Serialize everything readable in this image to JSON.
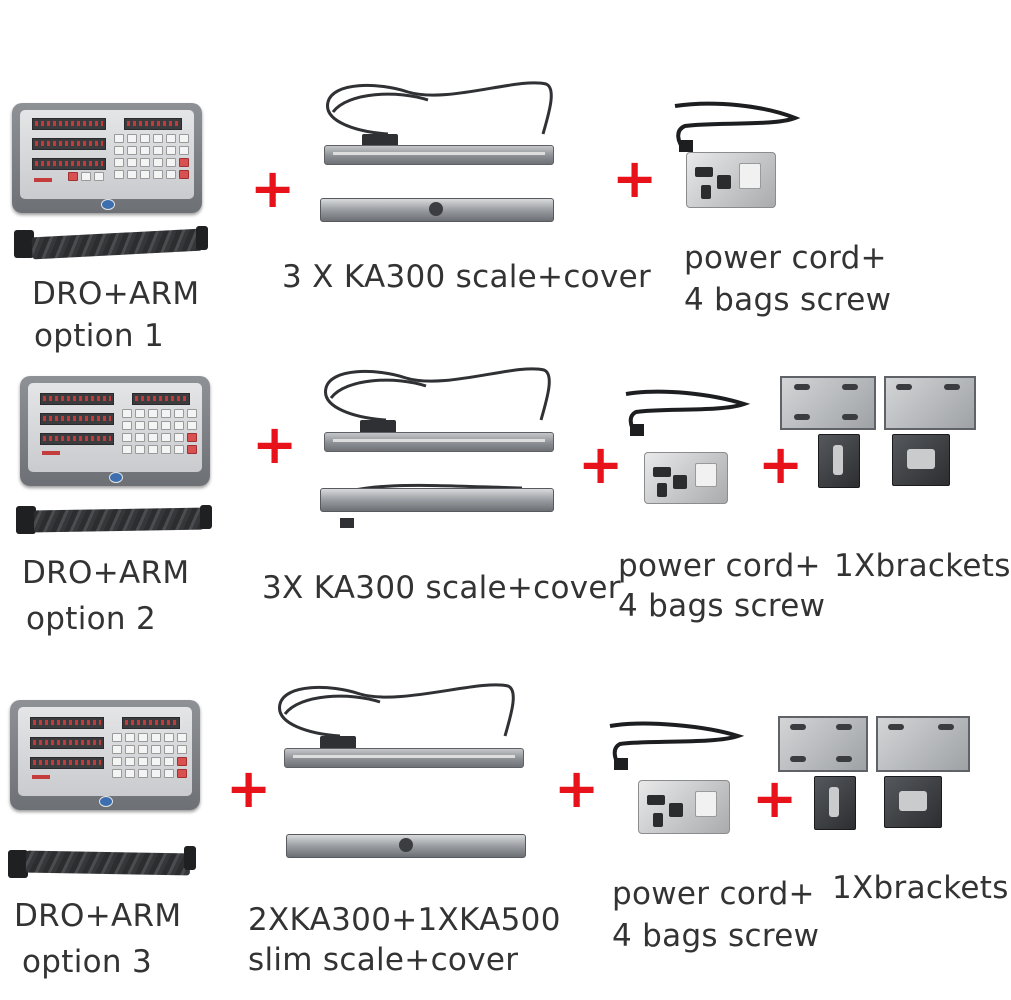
{
  "rows": [
    {
      "dro_label": "DRO+ARM",
      "option_label": "option 1",
      "scale_label": "3 X KA300 scale+cover",
      "cord_label_1": "power cord+",
      "cord_label_2": "4 bags screw"
    },
    {
      "dro_label": "DRO+ARM",
      "option_label": "option 2",
      "scale_label": "3X KA300 scale+cover",
      "cord_label_1": "power cord+",
      "cord_label_2": "4 bags screw",
      "bracket_label": "1Xbrackets"
    },
    {
      "dro_label": "DRO+ARM",
      "option_label": "option 3",
      "scale_label_1": "2XKA300+1XKA500",
      "scale_label_2": "slim scale+cover",
      "cord_label_1": "power cord+",
      "cord_label_2": "4 bags screw",
      "bracket_label": "1Xbrackets"
    }
  ],
  "plus_symbol": "+",
  "colors": {
    "plus": "#e8121b",
    "text": "#333333",
    "background": "#ffffff"
  },
  "icons": [
    "dro-console-icon",
    "arm-cable-icon",
    "linear-scale-icon",
    "scale-cover-icon",
    "power-cord-icon",
    "screw-bag-icon",
    "bracket-icon"
  ]
}
